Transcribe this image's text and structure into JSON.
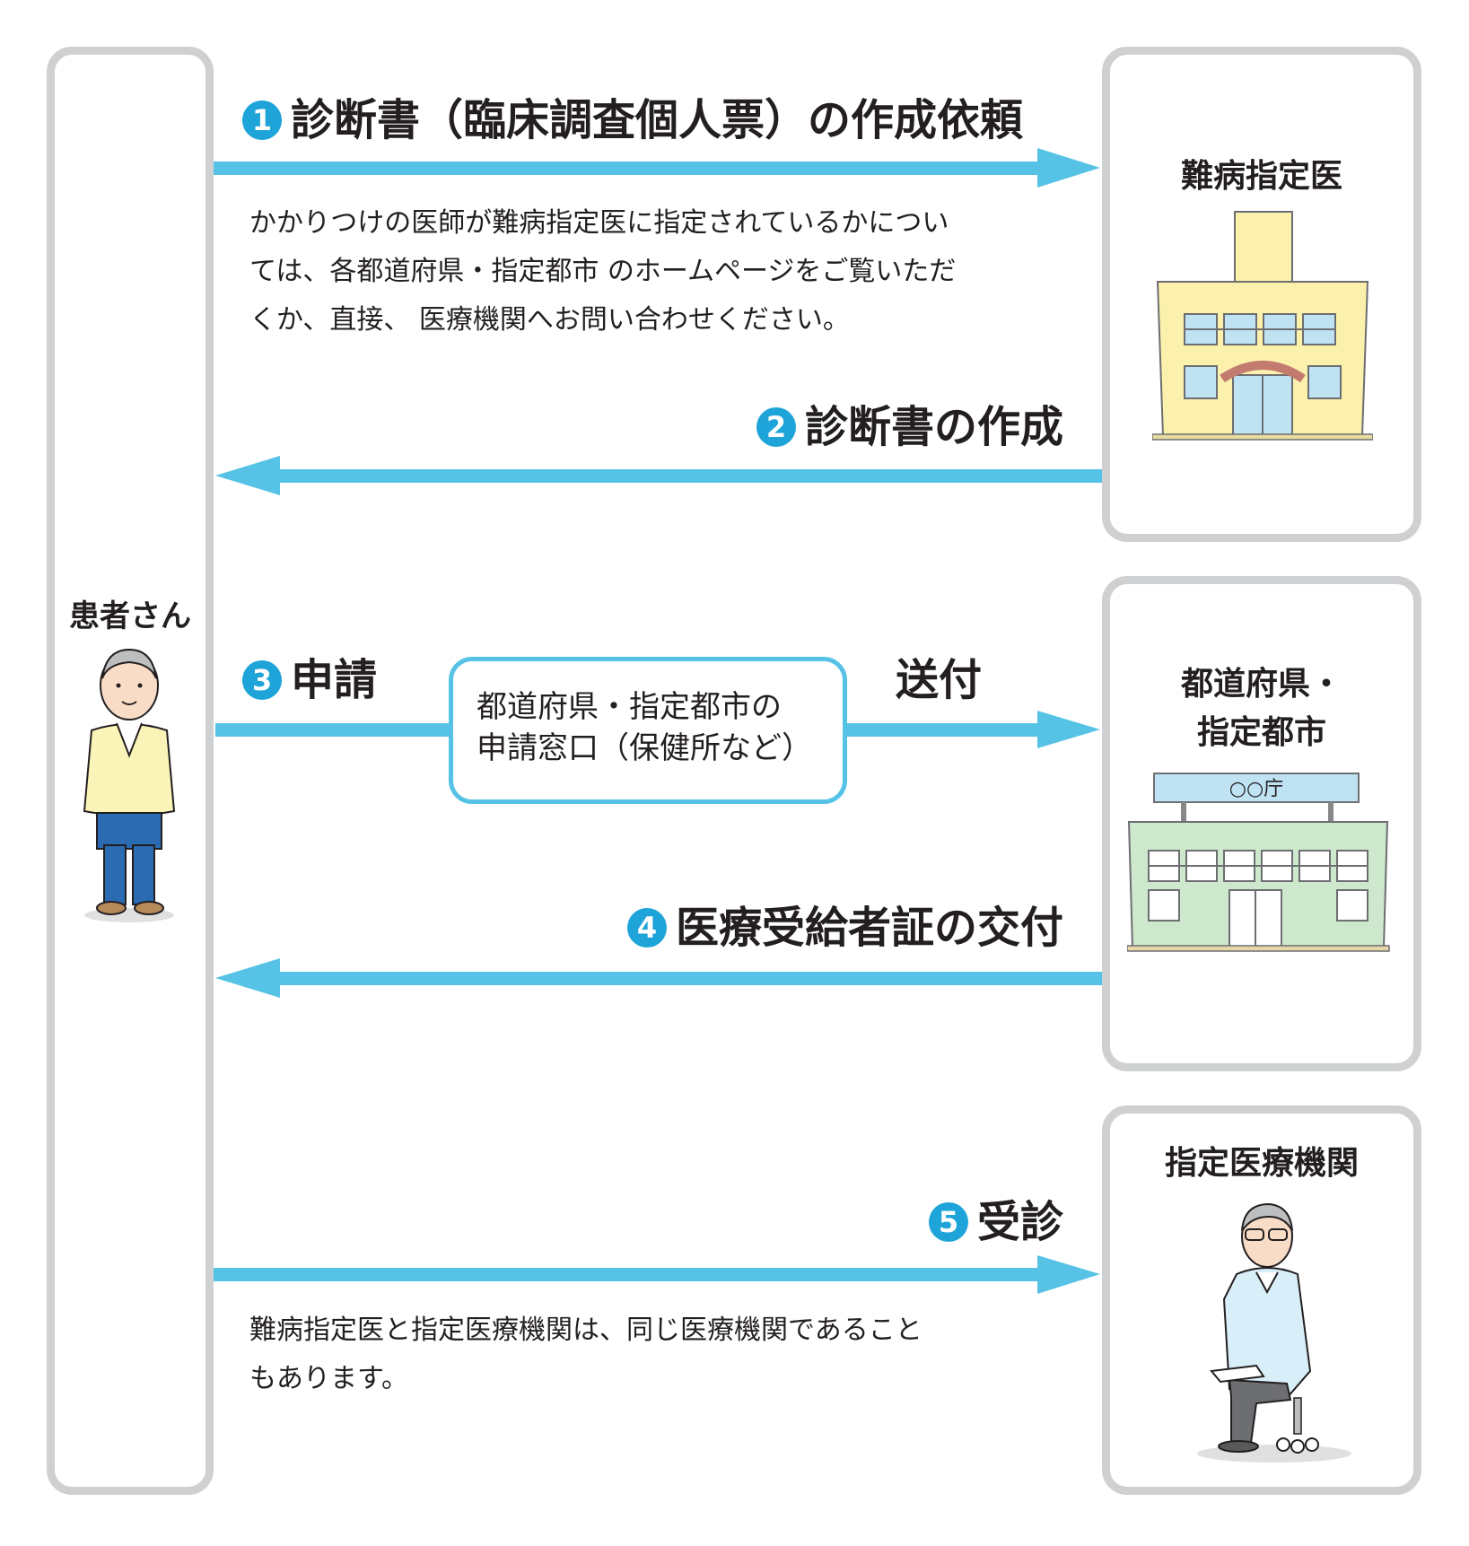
{
  "patient": {
    "label": "患者さん"
  },
  "entities": {
    "designated_doctor": {
      "label": "難病指定医"
    },
    "prefecture": {
      "label_line1": "都道府県・",
      "label_line2": "指定都市",
      "sign": "○○庁"
    },
    "medical_institution": {
      "label": "指定医療機関"
    }
  },
  "steps": [
    {
      "num": "1",
      "label": "診断書（臨床調査個人票）の作成依頼"
    },
    {
      "num": "2",
      "label": "診断書の作成"
    },
    {
      "num": "3",
      "label": "申請"
    },
    {
      "num": "4",
      "label": "医療受給者証の交付"
    },
    {
      "num": "5",
      "label": "受診"
    }
  ],
  "send_label": "送付",
  "window_box": {
    "line1": "都道府県・指定都市の",
    "line2": "申請窓口（保健所など）"
  },
  "notes": {
    "note1": [
      "かかりつけの医師が難病指定医に指定されているかについ",
      "ては、各都道府県・指定都市 のホームページをご覧いただ",
      "くか、直接、 医療機関へお問い合わせください。"
    ],
    "note2": [
      "難病指定医と指定医療機関は、同じ医療機関であること",
      "もあります。"
    ]
  },
  "colors": {
    "arrow": "#56c3e6",
    "badge": "#1ea4d8",
    "box_border": "#cfd0d2"
  }
}
